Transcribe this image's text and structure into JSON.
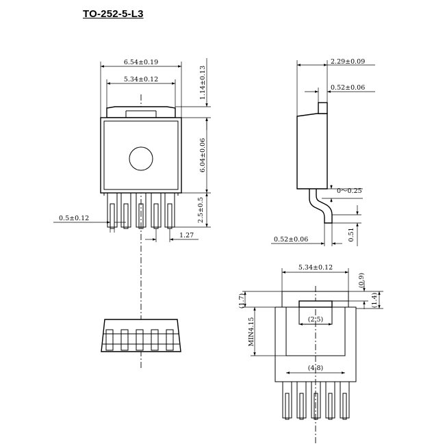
{
  "title": "TO-252-5-L3",
  "top_view": {
    "width_overall": "6.54±0.19",
    "width_body": "5.34±0.12",
    "tab_height": "1.14±0.13",
    "body_height": "6.04±0.06",
    "lead_length": "2.5±0.5",
    "lead_width": "0.5±0.12",
    "lead_pitch": "1.27"
  },
  "side_view": {
    "thickness": "2.29±0.09",
    "tab_thickness": "0.52±0.06",
    "standoff": "0～0.25",
    "lead_thickness": "0.52±0.06",
    "foot": "0.51"
  },
  "land_pattern": {
    "width": "5.34±0.12",
    "top_gap": "(0.9)",
    "top_offset": "(1.4)",
    "left_offset": "(1.7)",
    "min_length": "MIN4.15",
    "inner_width": "(2.5)",
    "pad_width": "(4.8)"
  }
}
